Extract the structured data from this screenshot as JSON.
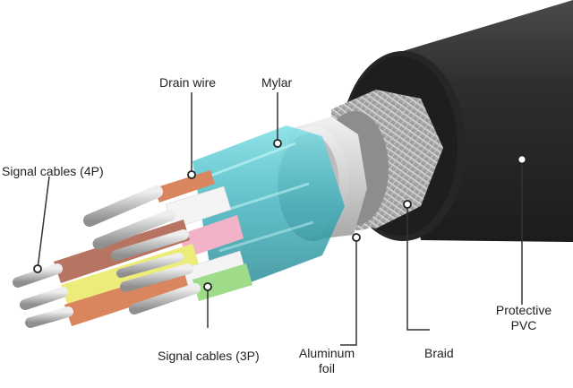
{
  "labels": {
    "drain_wire": "Drain wire",
    "mylar": "Mylar",
    "signal_4p": "Signal cables (4P)",
    "signal_3p": "Signal cables (3P)",
    "aluminum_foil_line1": "Aluminum",
    "aluminum_foil_line2": "foil",
    "braid": "Braid",
    "protective_line1": "Protective",
    "protective_line2": "PVC"
  },
  "colors": {
    "jacket": "#2b2b2b",
    "braid": "#b9b9b9",
    "foil": "#d8d8d8",
    "mylar": "#3fb8c4",
    "wire_orange": "#d9855e",
    "wire_white": "#f4f4f4",
    "wire_pink": "#f2b3c8",
    "wire_yellow": "#ecec7a",
    "wire_green": "#9edc8a",
    "wire_brown": "#b87463",
    "copper_strand": "#c9c9c9",
    "leader_line": "#333333"
  }
}
